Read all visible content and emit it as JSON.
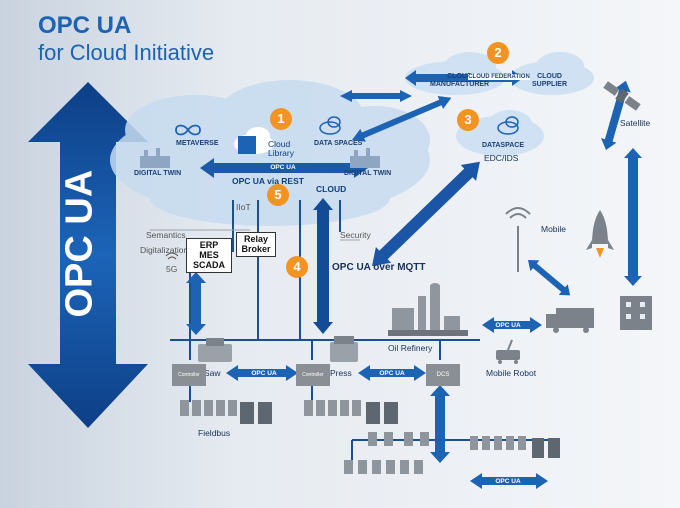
{
  "header": {
    "title": "OPC UA",
    "subtitle": "for Cloud Initiative"
  },
  "colors": {
    "primary": "#1d63b3",
    "dark": "#0e3f7f",
    "accent": "#f39322",
    "cloud": "#c7dcf0"
  },
  "badges": [
    "1",
    "2",
    "3",
    "4",
    "5"
  ],
  "logo": {
    "text": "OPC UA"
  },
  "cloud_main": {
    "metaverse": "METAVERSE",
    "cloud_library": "Cloud\nLibrary",
    "data_spaces": "DATA SPACES",
    "digital_twin_left": "DIGITAL TWIN",
    "digital_twin_right": "DIGITAL TWIN",
    "opcua_via_rest": "OPC UA via REST",
    "cloud": "CLOUD"
  },
  "federation": {
    "manufacturer": "CLOUD\nMANUFACTURER",
    "link": "CLOUD FEDERATION",
    "supplier": "CLOUD\nSUPPLIER"
  },
  "dataspace": {
    "label": "DATASPACE",
    "sub": "EDC/IDS"
  },
  "arrow_tag": "OPC UA",
  "labels": {
    "satellite": "Satellite",
    "mobile": "Mobile",
    "semantics": "Semantics",
    "digitalization": "Digitalization",
    "five_g": "5G",
    "iiot": "IIoT",
    "security": "Security",
    "erp": "ERP\nMES\nSCADA",
    "relay": "Relay\nBroker",
    "mqtt": "OPC UA over MQTT",
    "oil_refinery": "Oil Refinery",
    "mobile_robot": "Mobile Robot",
    "saw": "Saw",
    "press": "Press",
    "fieldbus": "Fieldbus",
    "controller": "Controller",
    "dcs": "DCS"
  }
}
